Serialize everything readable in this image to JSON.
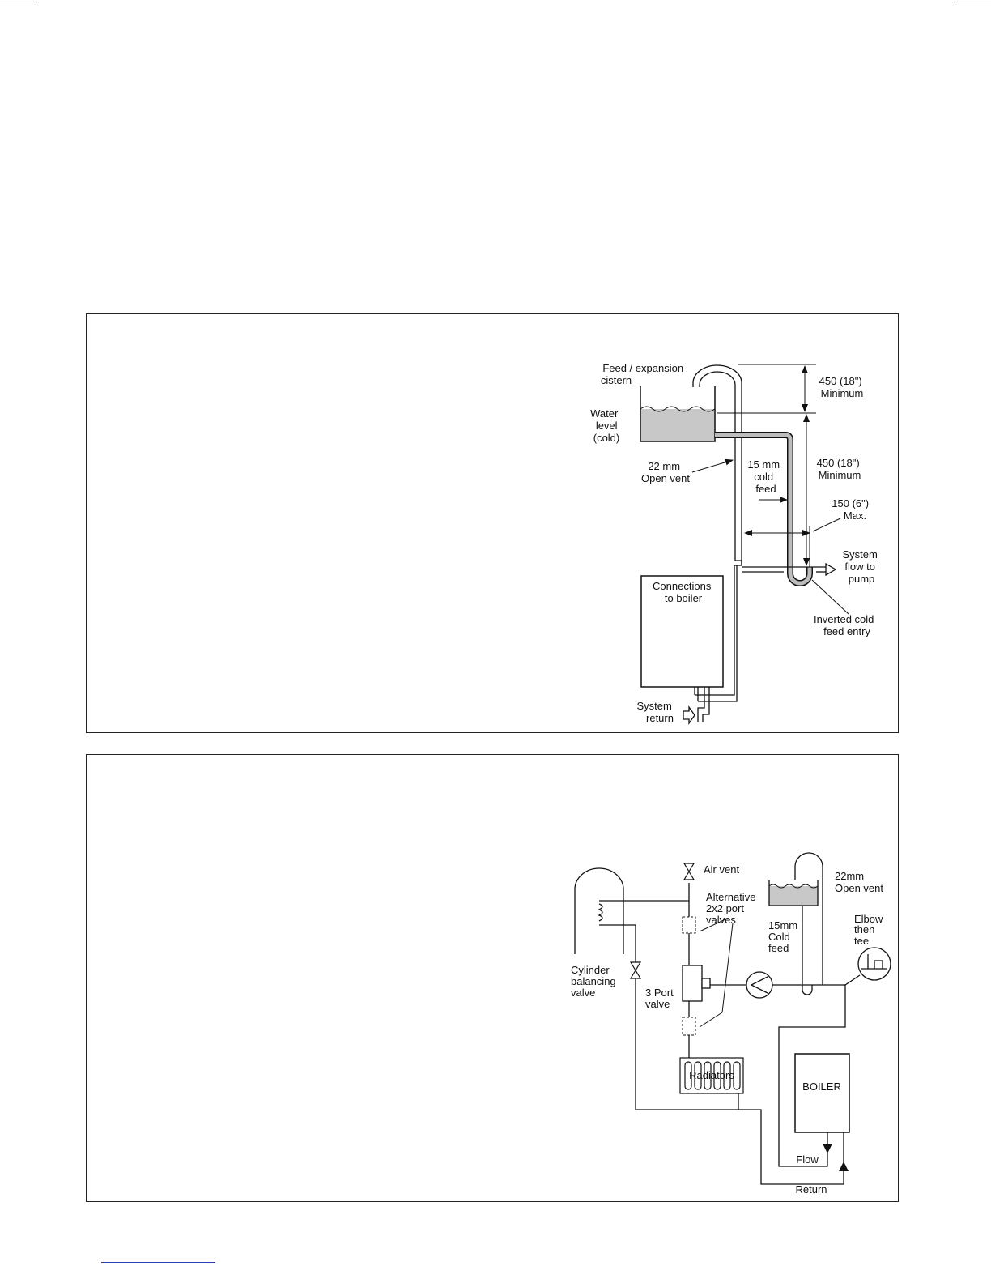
{
  "diagram1": {
    "cistern_label": [
      "Feed / expansion",
      "cistern"
    ],
    "water_level_label": [
      "Water",
      "level",
      "(cold)"
    ],
    "open_vent_label": [
      "22 mm",
      "Open vent"
    ],
    "cold_feed_label": [
      "15 mm",
      "cold",
      "feed"
    ],
    "dim_top_label": [
      "450 (18\")",
      "Minimum"
    ],
    "dim_mid_label": [
      "450 (18\")",
      "Minimum"
    ],
    "dim_max_label": [
      "150 (6\")",
      "Max."
    ],
    "system_flow_label": [
      "System",
      "flow to",
      "pump"
    ],
    "boiler_box_label": [
      "Connections",
      "to boiler"
    ],
    "inverted_label": [
      "Inverted cold",
      "feed entry"
    ],
    "system_return_label": [
      "System",
      "return"
    ]
  },
  "diagram2": {
    "air_vent_label": "Air vent",
    "alt_valves_label": [
      "Alternative",
      "2x2 port",
      "valves"
    ],
    "open_vent_label": [
      "22mm",
      "Open vent"
    ],
    "cold_feed_label": [
      "15mm",
      "Cold",
      "feed"
    ],
    "elbow_label": [
      "Elbow",
      "then",
      "tee"
    ],
    "cylinder_valve_label": [
      "Cylinder",
      "balancing",
      "valve"
    ],
    "three_port_label": [
      "3 Port",
      "valve"
    ],
    "radiators_label": "Radiators",
    "boiler_label": "BOILER",
    "flow_label": "Flow",
    "return_label": "Return"
  },
  "colors": {
    "water": "#c8c8c8",
    "line": "#111111",
    "link": "#2a3fb0"
  }
}
